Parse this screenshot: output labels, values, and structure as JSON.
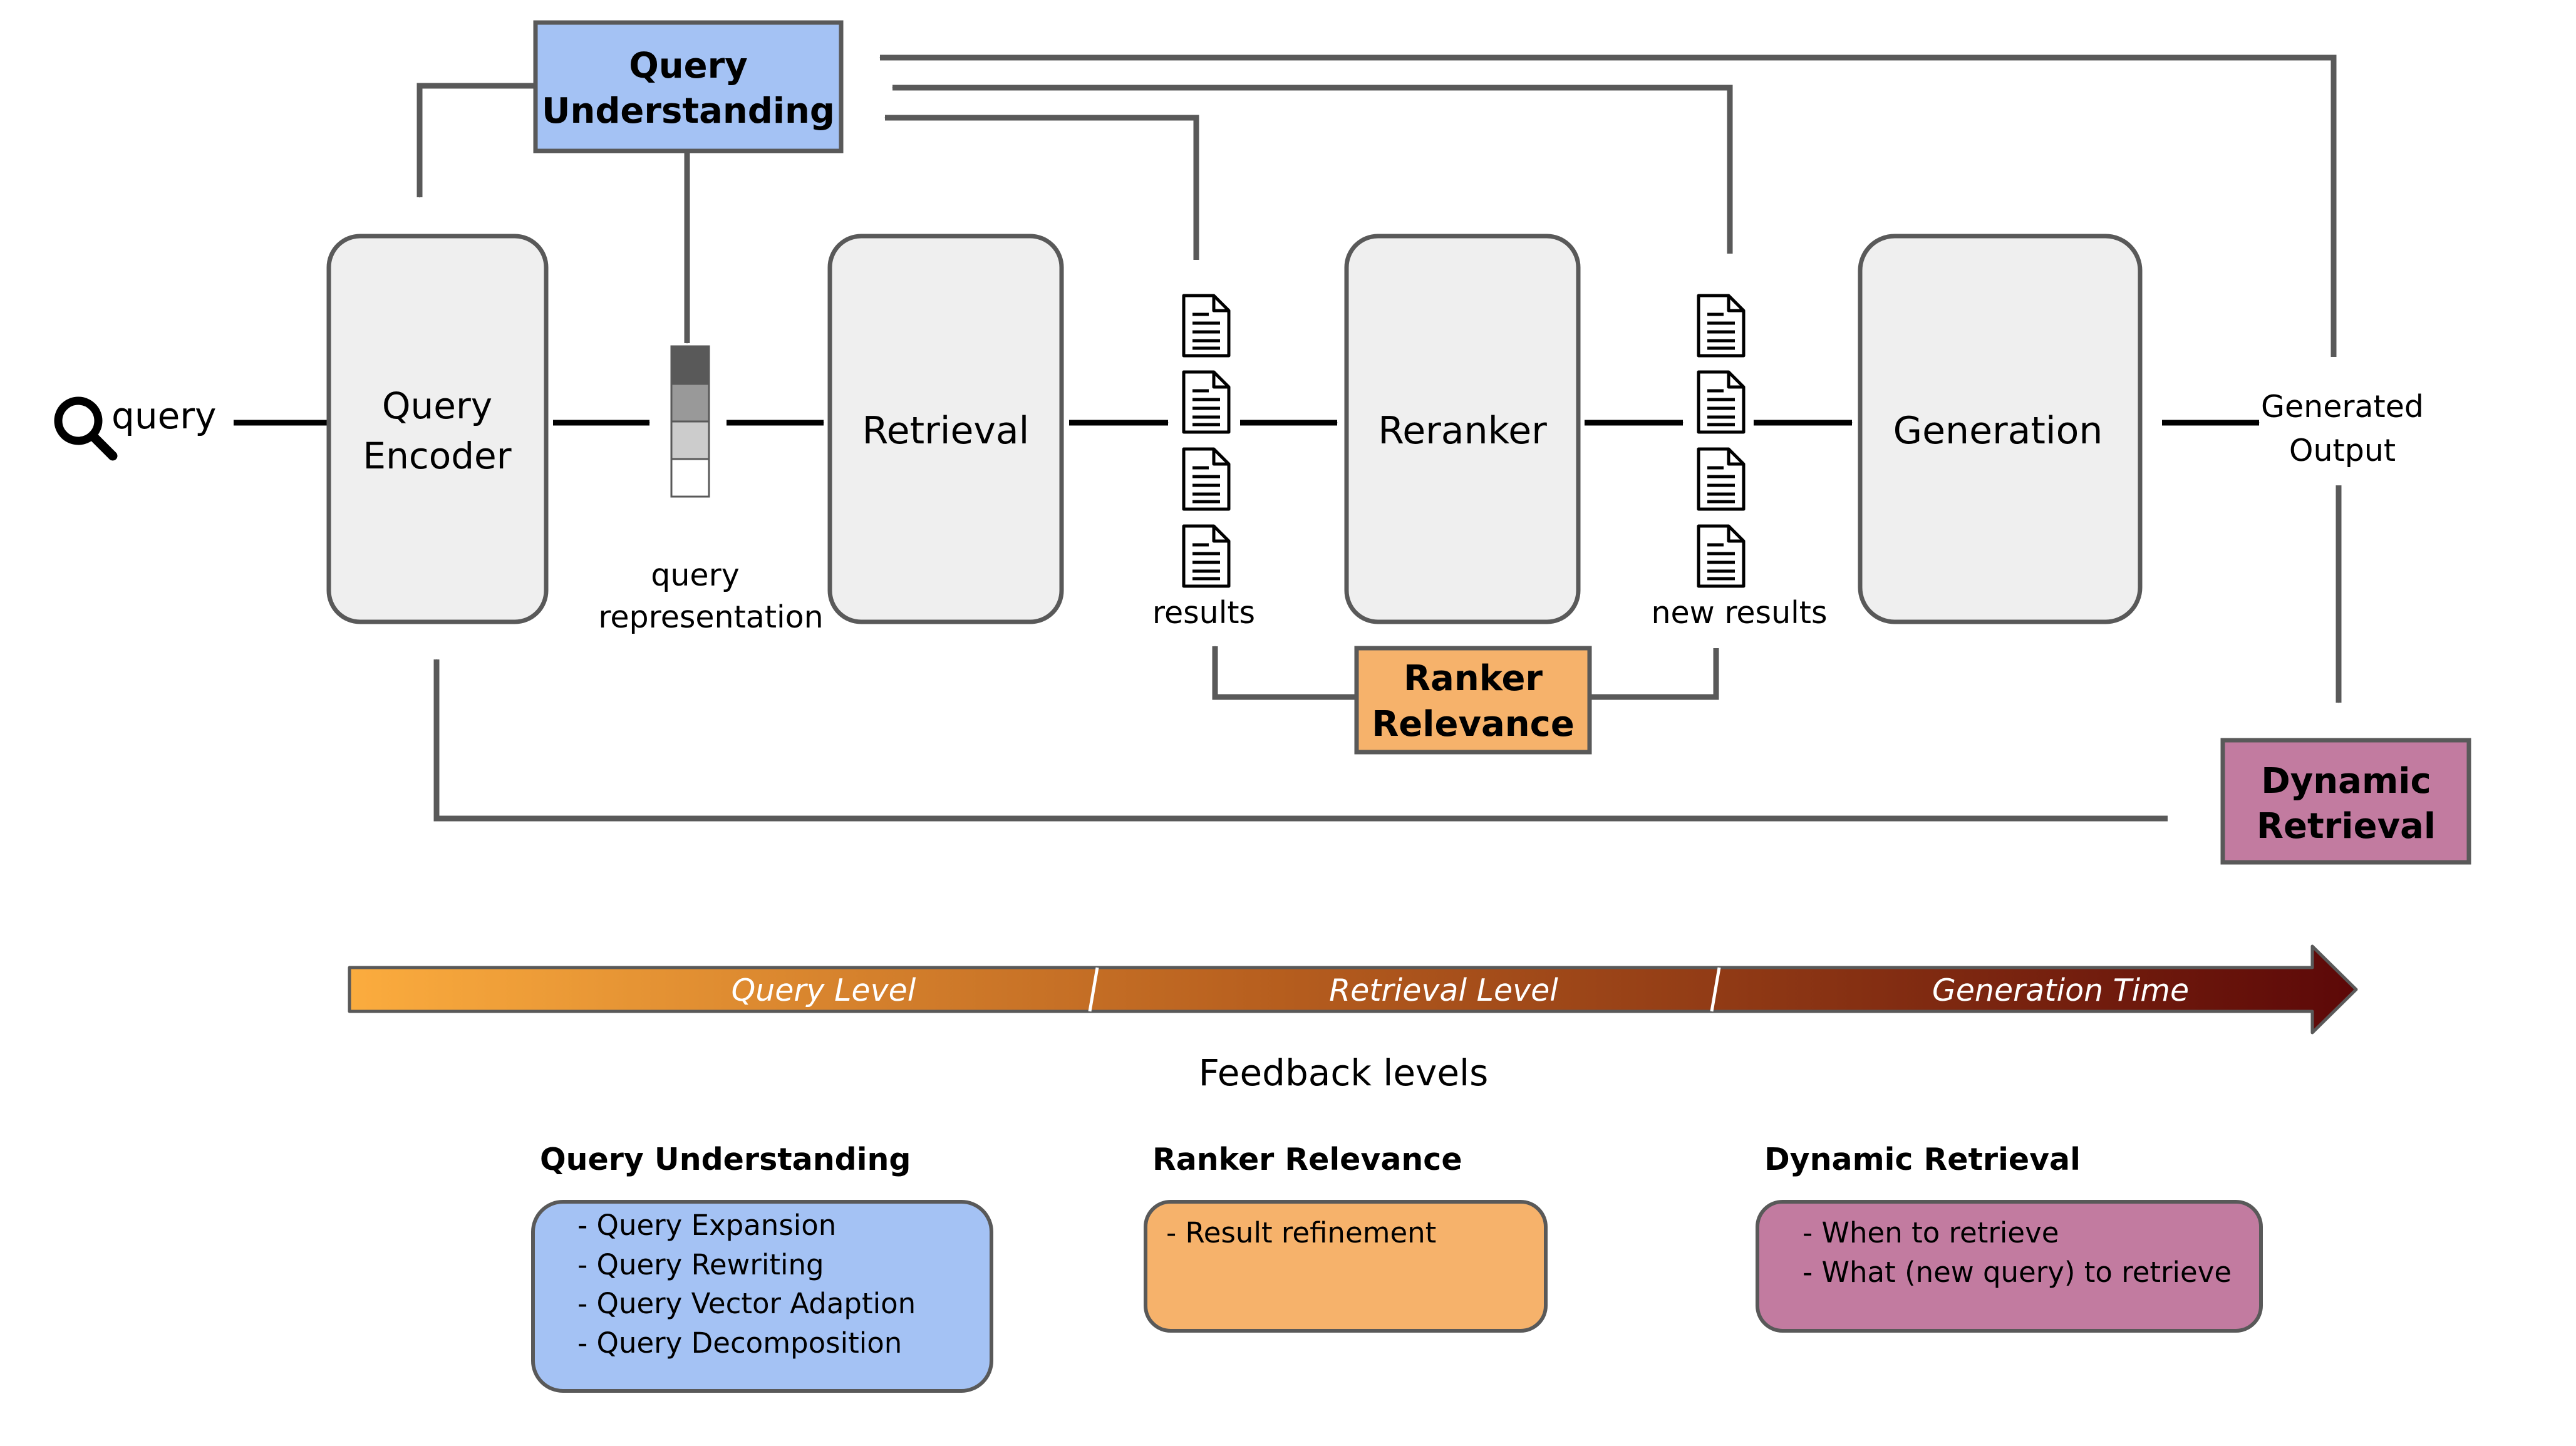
{
  "pipeline": {
    "query_label": "query",
    "query_encoder": [
      "Query",
      "Encoder"
    ],
    "query_representation": [
      "query",
      "representation"
    ],
    "retrieval": "Retrieval",
    "results_label": "results",
    "reranker": "Reranker",
    "new_results_label": "new results",
    "generation": "Generation",
    "generated_output": [
      "Generated",
      "Output"
    ]
  },
  "feedback_boxes": {
    "query_understanding": [
      "Query",
      "Understanding"
    ],
    "ranker_relevance": [
      "Ranker",
      "Relevance"
    ],
    "dynamic_retrieval": [
      "Dynamic",
      "Retrieval"
    ]
  },
  "levels_bar": {
    "segments": [
      "Query Level",
      "Retrieval Level",
      "Generation Time"
    ],
    "caption": "Feedback levels"
  },
  "legend": {
    "query_understanding": {
      "title": "Query Understanding",
      "items": [
        "- Query Expansion",
        "- Query Rewriting",
        "- Query Vector Adaption",
        "- Query Decomposition"
      ]
    },
    "ranker_relevance": {
      "title": "Ranker Relevance",
      "items": [
        "- Result refinement"
      ]
    },
    "dynamic_retrieval": {
      "title": "Dynamic Retrieval",
      "items": [
        "- When to retrieve",
        "- What (new query) to retrieve"
      ]
    }
  },
  "colors": {
    "blue": "#a4c2f4",
    "orange": "#f6b26b",
    "pink": "#c27ba0",
    "node_fill": "#efefef",
    "line": "#595959",
    "gradient": [
      "#fbac3e",
      "#b8601f",
      "#5c0808"
    ]
  },
  "icons": {
    "search": "magnifier-icon",
    "document": "document-icon"
  }
}
